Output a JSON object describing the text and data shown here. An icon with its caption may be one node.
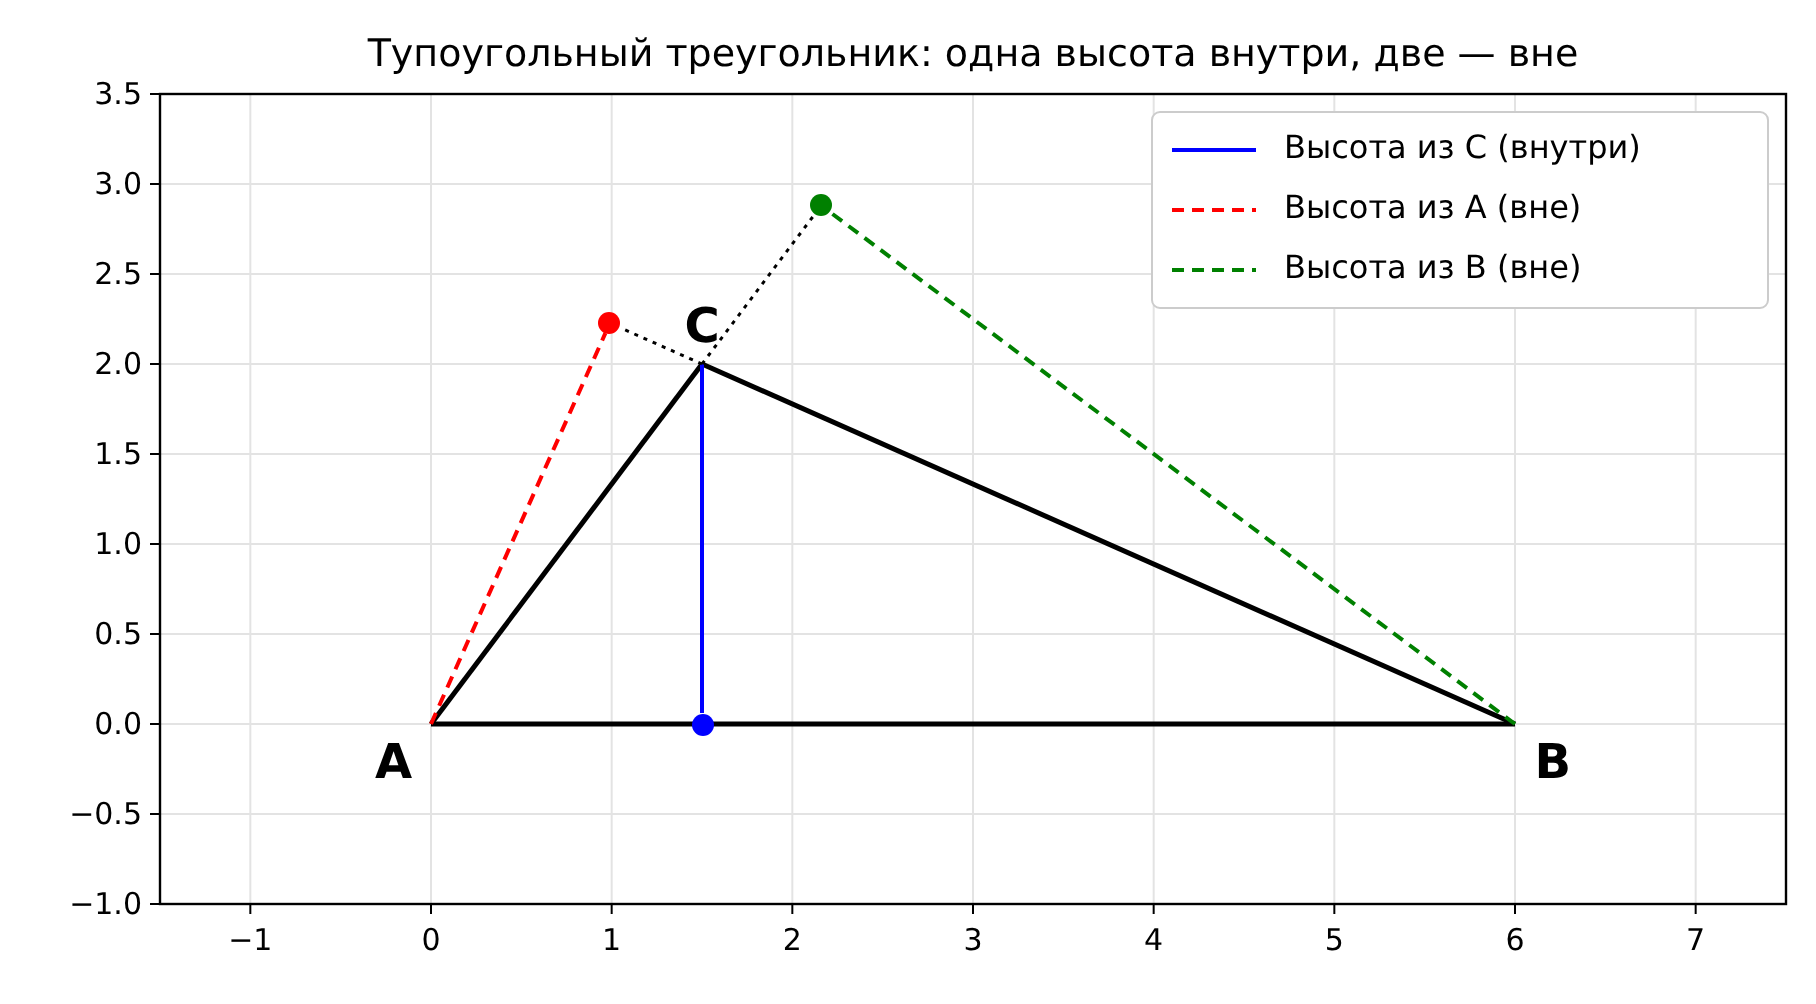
{
  "diagram": {
    "title": "Тупоугольный треугольник: одна высота внутри, две — вне",
    "nodes": [
      {
        "text": [
          "A"
        ]
      },
      {
        "text": [
          "B"
        ]
      },
      {
        "text": [
          "C"
        ]
      },
      {
        "text": [],
        "shape": "circle"
      },
      {
        "text": [],
        "shape": "circle"
      },
      {
        "text": [],
        "shape": "circle"
      }
    ],
    "edges": [
      {
        "from": 0,
        "to": 1,
        "arrow": "none"
      },
      {
        "from": 1,
        "to": 2,
        "arrow": "none"
      },
      {
        "from": 2,
        "to": 0,
        "arrow": "none"
      },
      {
        "from": 2,
        "to": 4,
        "arrow": "none",
        "color": "#0000ff"
      },
      {
        "from": 0,
        "to": 3,
        "arrow": "none",
        "style": "dashed",
        "color": "#ff0000"
      },
      {
        "from": 1,
        "to": 5,
        "arrow": "none",
        "style": "dashed",
        "color": "#008000"
      },
      {
        "from": 2,
        "to": 3,
        "arrow": "none",
        "style": "dashed"
      },
      {
        "from": 2,
        "to": 5,
        "arrow": "none",
        "style": "dashed"
      }
    ],
    "labels": [
      "3.5",
      "3.0",
      "2.5",
      "2.0",
      "1.5",
      "1.0",
      "0.5",
      "0.0",
      "−0.5",
      "−1.0",
      "−1",
      "0",
      "1",
      "2",
      "3",
      "4",
      "5",
      "6",
      "7"
    ],
    "legend": [
      {
        "text": "Высота из C (внутри)"
      },
      {
        "text": "Высота из A (вне)"
      },
      {
        "text": "Высота из B (вне)"
      }
    ]
  }
}
